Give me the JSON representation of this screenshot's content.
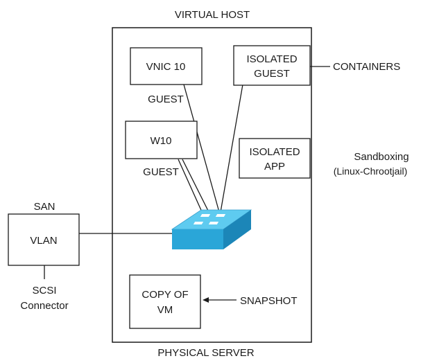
{
  "diagram": {
    "title_top": "VIRTUAL HOST",
    "title_bottom": "PHYSICAL SERVER",
    "nodes": {
      "vnic": {
        "label": "VNIC 10",
        "caption": "GUEST"
      },
      "isolated_guest": {
        "line1": "ISOLATED",
        "line2": "GUEST",
        "tag": "CONTAINERS"
      },
      "w10": {
        "label": "W10",
        "caption": "GUEST"
      },
      "isolated_app": {
        "line1": "ISOLATED",
        "line2": "APP",
        "tag_line1": "Sandboxing",
        "tag_line2": "(Linux-Chrootjail)"
      },
      "san": {
        "title": "SAN",
        "label": "VLAN",
        "caption_line1": "SCSI",
        "caption_line2": "Connector"
      },
      "copy_vm": {
        "line1": "COPY OF",
        "line2": "VM",
        "tag": "SNAPSHOT"
      }
    },
    "colors": {
      "switch_top": "#5ecbf0",
      "switch_front": "#2aa6d8",
      "switch_side": "#1c86b8",
      "switch_port": "#ffffff",
      "line": "#1a1a1a"
    }
  }
}
